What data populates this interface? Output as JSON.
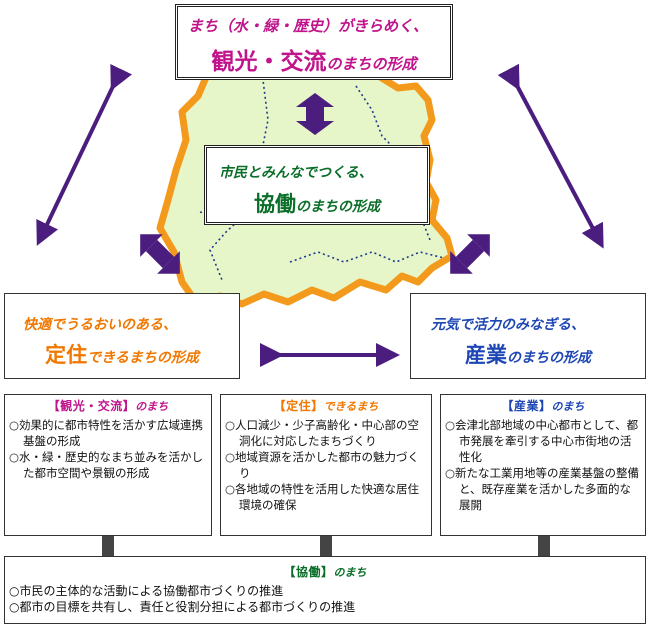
{
  "colors": {
    "magenta": "#c0148c",
    "orange": "#f07800",
    "green": "#0a6e28",
    "blue": "#1e46b4",
    "purple": "#4b1d7e",
    "map_fill": "#e6f6c8",
    "map_border": "#f39a1d"
  },
  "top_box": {
    "line1": "まち（水・緑・歴史）がきらめく、",
    "big": "観光・交流",
    "tail": "のまちの形成"
  },
  "center_box": {
    "line1": "市民とみんなでつくる、",
    "big": "協働",
    "tail": "のまちの形成"
  },
  "left_box": {
    "line1": "快適でうるおいのある、",
    "big": "定住",
    "tail": "できるまちの形成"
  },
  "right_box": {
    "line1": "元気で活力のみなぎる、",
    "big": "産業",
    "tail": "のまちの形成"
  },
  "panels": [
    {
      "title_bracket": "【観光・交流】",
      "title_suffix": "のまち",
      "items": [
        "○効果的に都市特性を活かす広域連携基盤の形成",
        "○水・緑・歴史的なまち並みを活かした都市空間や景観の形成"
      ]
    },
    {
      "title_bracket": "【定住】",
      "title_suffix": "できるまち",
      "items": [
        "○人口減少・少子高齢化・中心部の空洞化に対応したまちづくり",
        "○地域資源を活かした都市の魅力づくり",
        "○各地域の特性を活用した快適な居住環境の確保"
      ]
    },
    {
      "title_bracket": "【産業】",
      "title_suffix": "のまち",
      "items": [
        "○会津北部地域の中心都市として、都市発展を牽引する中心市街地の活性化",
        "○新たな工業用地等の産業基盤の整備と、既存産業を活かした多面的な展開"
      ]
    }
  ],
  "bottom_panel": {
    "title_bracket": "【協働】",
    "title_suffix": "のまち",
    "items": [
      "○市民の主体的な活動による協働都市づくりの推進",
      "○都市の目標を共有し、責任と役割分担による都市づくりの推進"
    ]
  }
}
